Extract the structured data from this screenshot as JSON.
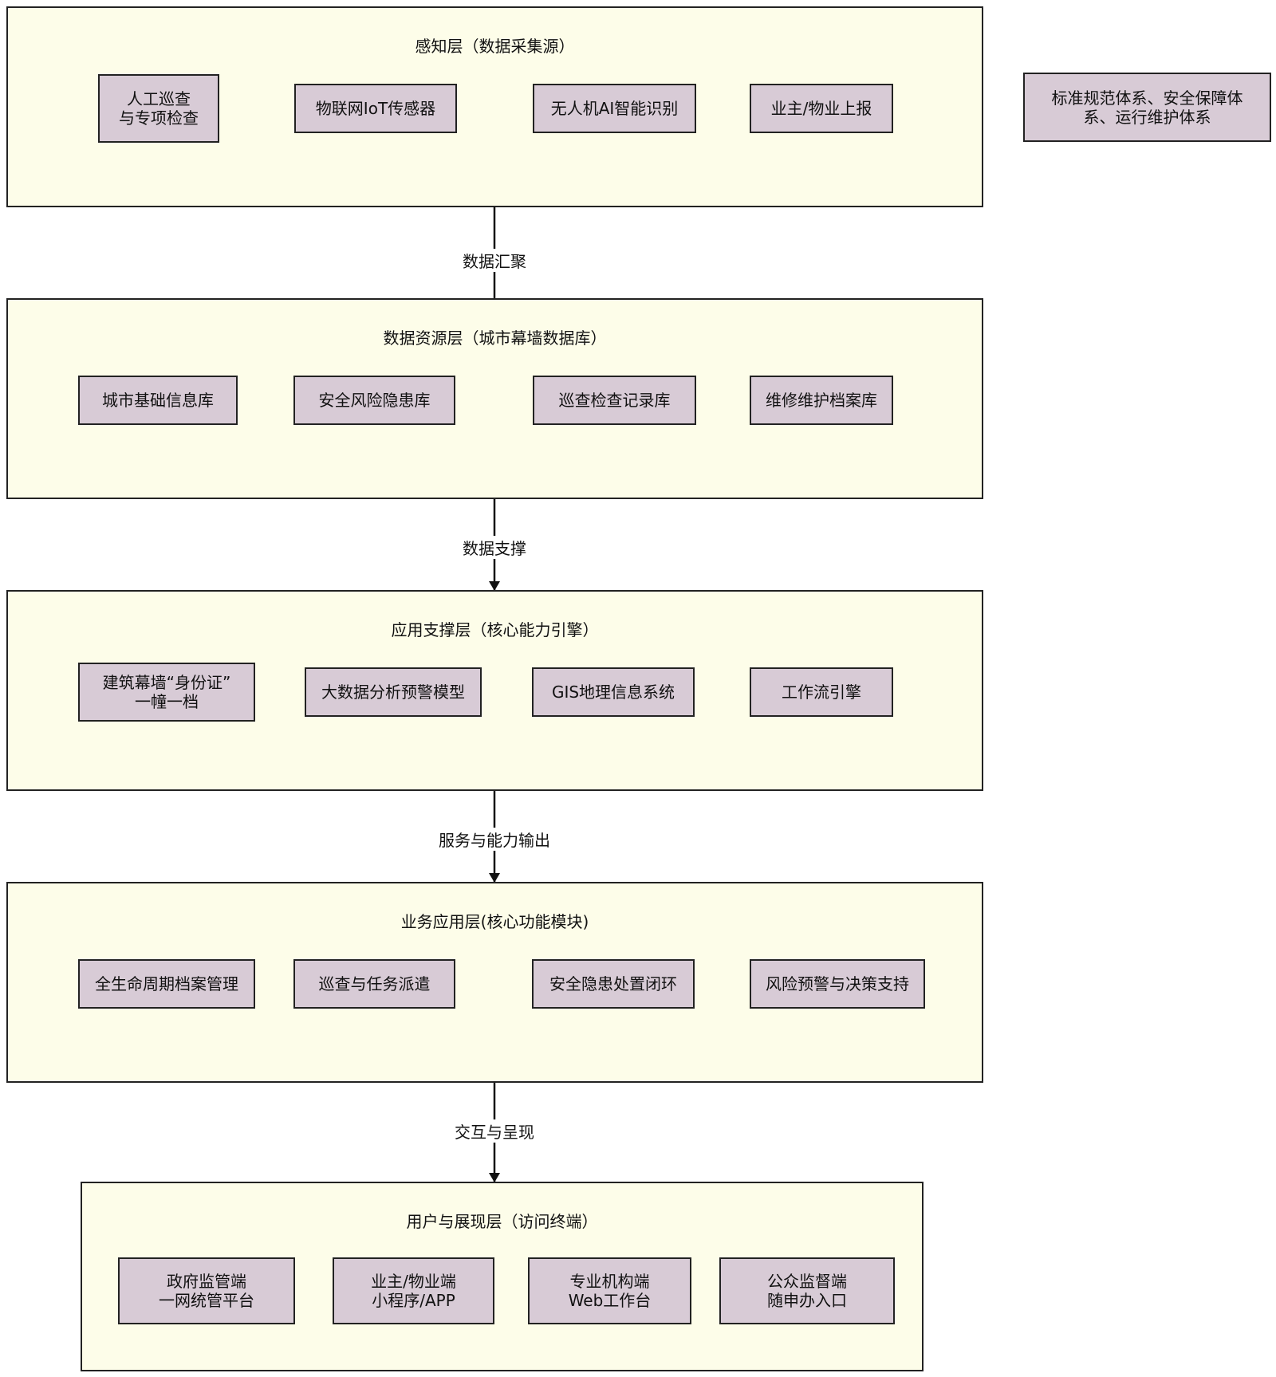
{
  "layers": [
    {
      "title": "感知层（数据采集源）",
      "items": [
        "人工巡查\n与专项检查",
        "物联网IoT传感器",
        "无人机AI智能识别",
        "业主/物业上报"
      ]
    },
    {
      "title": "数据资源层（城市幕墙数据库）",
      "items": [
        "城市基础信息库",
        "安全风险隐患库",
        "巡查检查记录库",
        "维修维护档案库"
      ]
    },
    {
      "title": "应用支撑层（核心能力引擎）",
      "items": [
        "建筑幕墙“身份证”\n一幢一档",
        "大数据分析预警模型",
        "GIS地理信息系统",
        "工作流引擎"
      ]
    },
    {
      "title": "业务应用层(核心功能模块)",
      "items": [
        "全生命周期档案管理",
        "巡查与任务派遣",
        "安全隐患处置闭环",
        "风险预警与决策支持"
      ]
    },
    {
      "title": "用户与展现层（访问终端）",
      "items": [
        "政府监管端\n一网统管平台",
        "业主/物业端\n小程序/APP",
        "专业机构端\nWeb工作台",
        "公众监督端\n随申办入口"
      ]
    }
  ],
  "edges": [
    "数据汇聚",
    "数据支撑",
    "服务与能力输出",
    "交互与呈现"
  ],
  "side_box": "标准规范体系、安全保障体\n系、运行维护体系"
}
